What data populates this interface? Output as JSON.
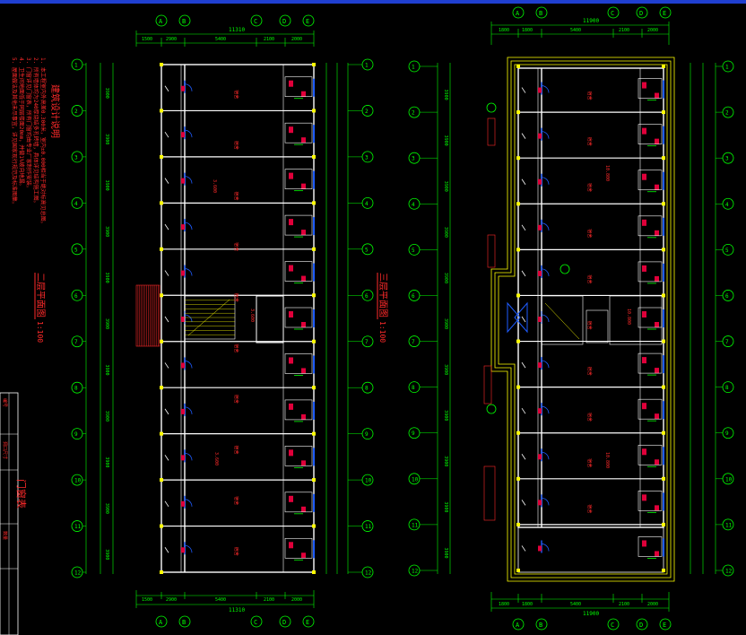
{
  "colors": {
    "background": "#000000",
    "axis": "#00ff00",
    "wall": "#ffffff",
    "door": "#1e5cff",
    "fixture": "#e0003a",
    "text": "#ff2a2a",
    "column": "#ffff00",
    "titlebar": "#1f3fd0"
  },
  "left_plan": {
    "top_bubbles": [
      "A",
      "B",
      "C",
      "D",
      "E"
    ],
    "bottom_bubbles": [
      "A",
      "B",
      "C",
      "D",
      "E"
    ],
    "top_dims": [
      "1500",
      "2900",
      "5400",
      "2100",
      "2000"
    ],
    "top_total": "11310",
    "bottom_dims": [
      "1500",
      "2900",
      "5400",
      "2100",
      "2000"
    ],
    "bottom_total": "11310",
    "side_bubbles": [
      "1",
      "2",
      "3",
      "4",
      "5",
      "6",
      "7",
      "8",
      "9",
      "10",
      "11",
      "12"
    ],
    "bay_dims": [
      "3900",
      "3900",
      "3900",
      "3900",
      "3900",
      "3900",
      "3900",
      "3900",
      "3900",
      "3900",
      "3900"
    ],
    "title": "二层平面图",
    "title_sub": "1:100",
    "room_labels": [
      "宿舍",
      "宿舍",
      "宿舍",
      "宿舍",
      "宿舍",
      "宿舍",
      "宿舍",
      "宿舍",
      "宿舍",
      "宿舍"
    ],
    "elev_labels": [
      "3.600",
      "3.600",
      "3.600"
    ]
  },
  "right_plan": {
    "top_bubbles": [
      "A",
      "B",
      "C",
      "D",
      "E"
    ],
    "bottom_bubbles": [
      "A",
      "B",
      "C",
      "D",
      "E"
    ],
    "top_dims": [
      "1800",
      "1800",
      "5400",
      "2100",
      "2000"
    ],
    "top_total": "11900",
    "bottom_dims": [
      "1800",
      "1800",
      "5400",
      "2100",
      "2000"
    ],
    "bottom_total": "11900",
    "side_bubbles": [
      "1",
      "2",
      "3",
      "4",
      "5",
      "6",
      "7",
      "8",
      "9",
      "10",
      "11",
      "12"
    ],
    "bay_dims": [
      "3900",
      "3900",
      "3900",
      "3900",
      "3900",
      "3900",
      "3900",
      "3900",
      "3900",
      "3900",
      "3900"
    ],
    "title": "三层平面图",
    "title_sub": "1:100",
    "room_labels": [
      "宿舍",
      "宿舍",
      "宿舍",
      "宿舍",
      "宿舍",
      "宿舍",
      "宿舍",
      "宿舍",
      "宿舍",
      "宿舍"
    ],
    "elev_labels": [
      "10.800",
      "10.800",
      "10.800"
    ]
  },
  "notes": {
    "title": "建筑设计说明",
    "lines": [
      "1. 本工程室内外高差0.300米，室内±0.000相当于绝对标高见总图。",
      "2. 所有墙体均为240厚烧结多孔砖墙，具体详见结构施工图。",
      "3. 门窗详见门窗表，所有门窗均由专业厂家制作安装。",
      "4. 卫生间地面低于同层楼面20mm，并做1%坡向地漏。",
      "5. 屋面做法及其他未尽事宜，详见国家现行规范及标准图集。"
    ]
  },
  "door_table": {
    "title": "门窗表",
    "headers": [
      "编号",
      "洞口尺寸",
      "数量"
    ]
  }
}
